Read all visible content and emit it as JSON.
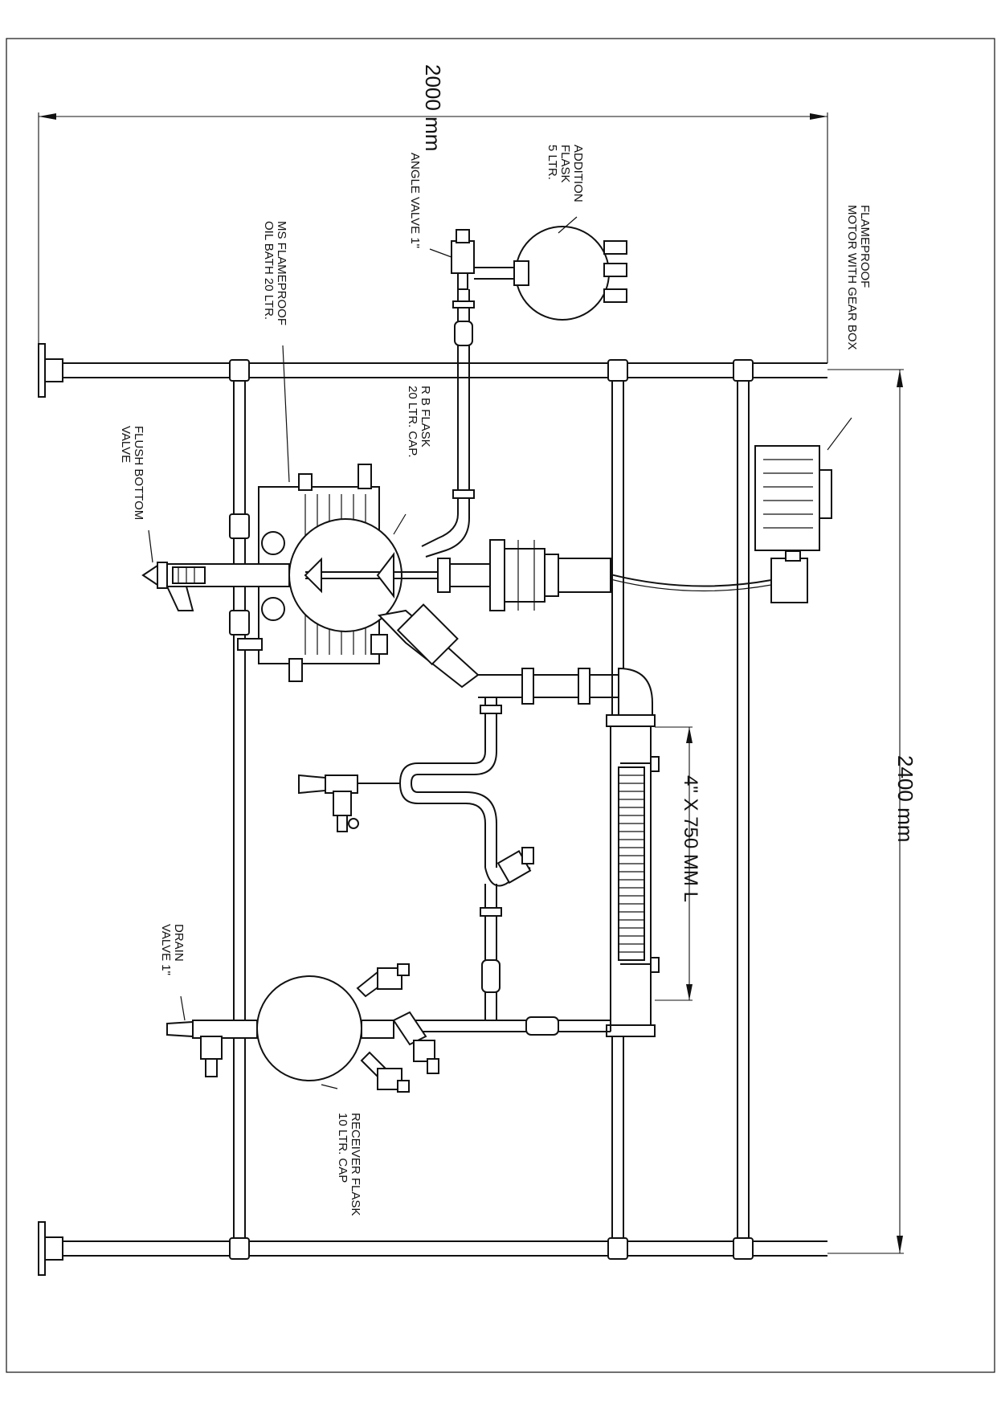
{
  "dimensions": {
    "width": "2000 mm",
    "height": "2400 mm",
    "condenser": "4\" X 750 MM L"
  },
  "labels": {
    "addition_flask": [
      "ADDITION",
      "FLASK",
      "5 LTR."
    ],
    "angle_valve": "ANGLE VALVE 1\"",
    "oil_bath": [
      "MS FLAMEPROOF",
      "OIL BATH 20 LTR."
    ],
    "rb_flask": [
      "R B FLASK",
      "20 LTR. CAP."
    ],
    "flush_valve": [
      "FLUSH BOTTOM",
      "VALVE"
    ],
    "motor": [
      "FLAMEPROOF",
      "MOTOR WITH GEAR BOX"
    ],
    "drain_valve": [
      "DRAIN",
      "VALVE 1\""
    ],
    "receiver_flask": [
      "RECEIVER FLASK",
      "10 LTR. CAP"
    ]
  }
}
